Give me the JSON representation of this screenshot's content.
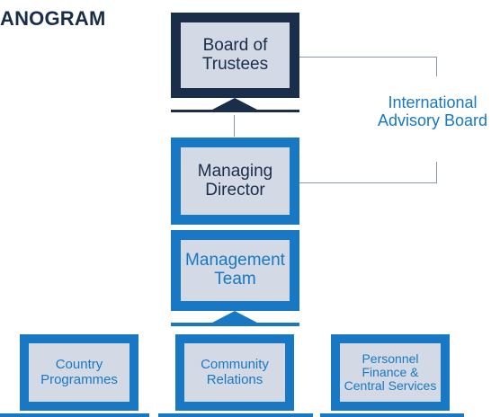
{
  "title": "ANOGRAM",
  "colors": {
    "dark_navy": "#1a2d4a",
    "blue": "#1878c3",
    "screen_fill": "#d3dae6",
    "connector": "#8a97ab"
  },
  "nodes": {
    "board": {
      "label": "Board of\nTrustees"
    },
    "advisory": {
      "label": "International\nAdvisory Board"
    },
    "director": {
      "label": "Managing\nDirector"
    },
    "management": {
      "label": "Management\nTeam"
    },
    "country": {
      "label": "Country\nProgrammes"
    },
    "community": {
      "label": "Community\nRelations"
    },
    "personnel": {
      "label": "Personnel\nFinance &\nCentral Services"
    }
  }
}
